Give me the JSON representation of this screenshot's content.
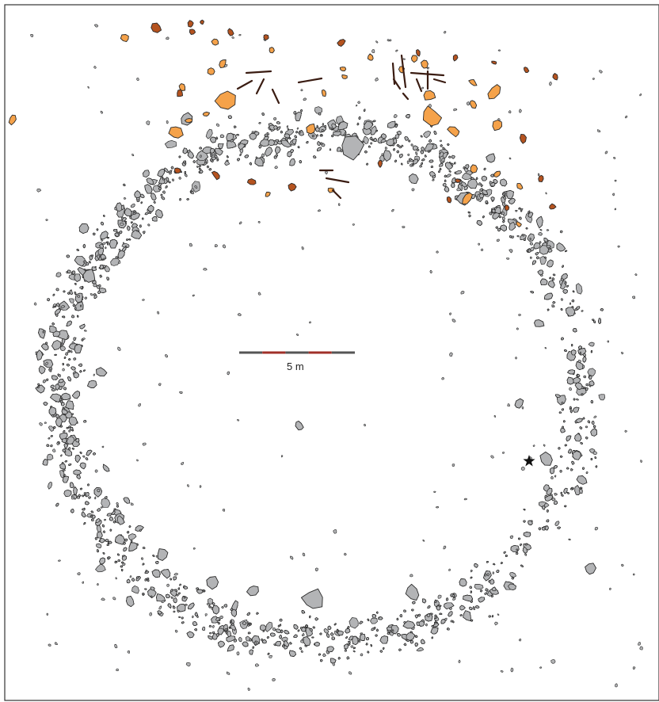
{
  "scale_bar": {
    "label": "5 m",
    "segments": 5,
    "colors": [
      "#555555",
      "#a03028",
      "#555555",
      "#a03028",
      "#555555"
    ]
  },
  "palette": {
    "stone_fill": "#b3b4b6",
    "stone_stroke": "#2a2a2a",
    "orange_stone": "#f5a24a",
    "brown_stone": "#b5531f",
    "wood_lines": "#3a1c12",
    "frame": "#333333"
  },
  "markers": [
    {
      "type": "star",
      "name": "find-marker"
    }
  ]
}
